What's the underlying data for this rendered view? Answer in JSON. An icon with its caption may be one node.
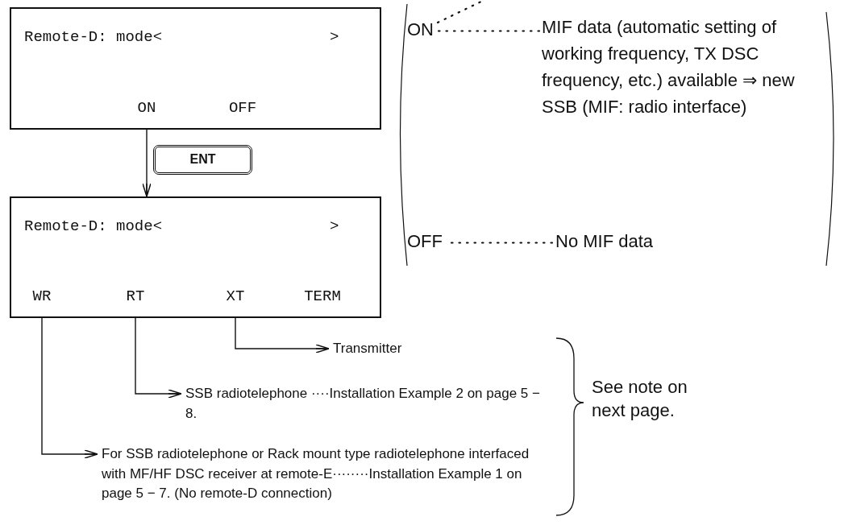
{
  "diagram": {
    "nodes": [
      {
        "text": [
          "Remote-D: mode<",
          ">"
        ]
      },
      {
        "text": [
          "ON"
        ],
        "in": 0
      },
      {
        "text": [
          "OFF"
        ],
        "in": 0
      },
      {
        "text": [
          "ENT"
        ]
      },
      {
        "text": [
          "Remote-D: mode<",
          ">"
        ]
      },
      {
        "text": [
          "WR"
        ],
        "in": 4
      },
      {
        "text": [
          "RT"
        ],
        "in": 4
      },
      {
        "text": [
          "XT"
        ],
        "in": 4
      },
      {
        "text": [
          "TERM"
        ],
        "in": 4
      },
      {
        "text": [
          "Transmitter"
        ]
      },
      {
        "text": [
          "SSB radiotelephone ····Installation Example 2 on page 5 − 8."
        ]
      },
      {
        "text": [
          "For SSB radiotelephone or Rack mount type radiotelephone interfaced with MF/HF DSC receiver at remote-E········Installation Example 1 on page 5 − 7. (No remote-D connection)"
        ]
      },
      {
        "text": [
          "ON"
        ]
      },
      {
        "text": [
          "MIF data (automatic setting of working frequency, TX DSC frequency, etc.) available ⇒ new SSB (MIF: radio interface)"
        ]
      },
      {
        "text": [
          "OFF"
        ]
      },
      {
        "text": [
          "No MIF data"
        ]
      }
    ],
    "edges": [
      {
        "from": 1,
        "to": 4,
        "arrow": "to"
      },
      {
        "from": 7,
        "to": 9,
        "arrow": "to"
      },
      {
        "from": 6,
        "to": 10,
        "arrow": "to"
      },
      {
        "from": 5,
        "to": 11,
        "arrow": "to"
      },
      {
        "from": 12,
        "to": 13,
        "arrow": "none",
        "style": "dashed"
      },
      {
        "from": 14,
        "to": 15,
        "arrow": "none",
        "style": "dashed"
      },
      {
        "from": 12,
        "to": null,
        "arrow": "none",
        "style": "dashed"
      }
    ],
    "labels": [
      "See note on next page."
    ]
  }
}
